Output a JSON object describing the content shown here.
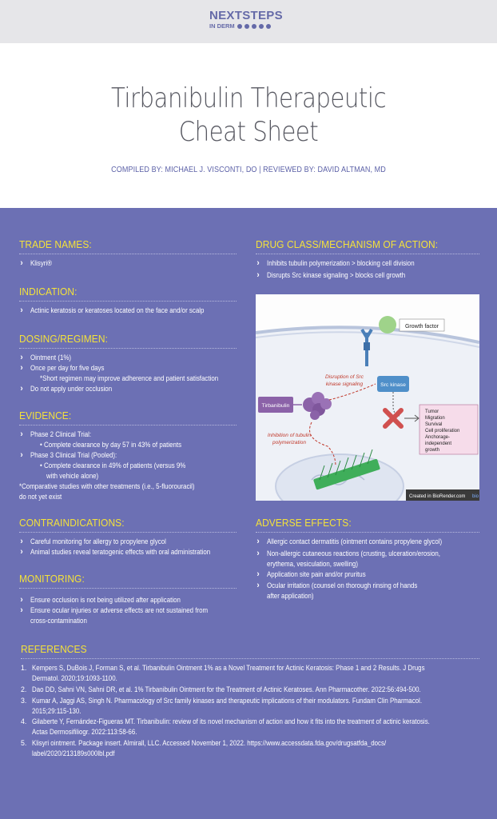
{
  "logo": {
    "brand": "NEXTSTEPS",
    "sub": "IN DERM"
  },
  "title": {
    "line1": "Tirbanibulin Therapeutic",
    "line2": "Cheat Sheet"
  },
  "credits": "COMPILED BY: MICHAEL J. VISCONTI, DO  |  REVIEWED BY: DAVID ALTMAN, MD",
  "trade_names": {
    "title": "TRADE NAMES:",
    "items": [
      "Klisyri®"
    ]
  },
  "indication": {
    "title": "INDICATION:",
    "items": [
      "Actinic keratosis or keratoses located on the face and/or scalp"
    ]
  },
  "dosing": {
    "title": "DOSING/REGIMEN:",
    "items": [
      "Ointment (1%)",
      "Once per day for five days",
      "*Short regimen may improve adherence and patient satisfaction",
      "Do not apply under occlusion"
    ]
  },
  "evidence": {
    "title": "EVIDENCE:",
    "items": [
      "Phase 2 Clinical Trial:",
      "• Complete clearance by day 57 in 43% of patients",
      "Phase 3 Clinical Trial (Pooled):",
      "• Complete clearance in 49% of patients (versus 9%",
      "with vehicle alone)",
      "*Comparative studies with other treatments (i.e., 5-fluorouracil)",
      "do not yet exist"
    ]
  },
  "contraindications": {
    "title": "CONTRAINDICATIONS:",
    "items": [
      "Careful monitoring for allergy to propylene glycol",
      "Animal studies reveal teratogenic effects with oral administration"
    ]
  },
  "monitoring": {
    "title": "MONITORING:",
    "items": [
      "Ensure occlusion is not being utilized after application",
      "Ensure ocular injuries or adverse effects are not sustained from",
      "cross-contamination"
    ]
  },
  "drug_class": {
    "title": "DRUG CLASS/MECHANISM OF ACTION:",
    "items": [
      "Inhibits tubulin polymerization > blocking cell division",
      "Disrupts Src kinase signaling > blocks cell growth"
    ]
  },
  "figure": {
    "growth_factor": "Growth factor",
    "src_kinase": "Src kinase",
    "tirbanibulin": "Tirbanibulin",
    "disruption": [
      "Disruption of Src",
      "kinase signaling"
    ],
    "inhibition": [
      "Inhibition of tubulin",
      "polymerization"
    ],
    "effects": [
      "Tumor",
      "Migration",
      "Survival",
      "Cell proliferation",
      "Anchorage-",
      "independent",
      "growth"
    ],
    "credit": "Created in BioRender.com",
    "credit_tag": "bio"
  },
  "adverse": {
    "title": "ADVERSE EFFECTS:",
    "items": [
      "Allergic contact dermatitis (ointment contains propylene glycol)",
      "Non-allergic cutaneous reactions (crusting, ulceration/erosion,",
      "erythema, vesiculation, swelling)",
      "Application site pain and/or pruritus",
      "Ocular irritation (counsel on thorough rinsing of hands",
      "after application)"
    ]
  },
  "references": {
    "title": "REFERENCES",
    "items": [
      "Kempers S, DuBois J, Forman S, et al. Tirbanibulin Ointment 1% as a Novel Treatment for Actinic Keratosis: Phase 1 and 2 Results. J Drugs",
      "Dermatol. 2020;19:1093-1100.",
      "Dao DD, Sahni VN, Sahni DR, et al. 1% Tirbanibulin Ointment for the Treatment of Actinic Keratoses. Ann Pharmacother. 2022:56:494-500.",
      "Kumar A, Jaggi AS, Singh N. Pharmacology of Src family kinases and therapeutic implications of their modulators. Fundam Clin Pharmacol.",
      "2015;29:115-130.",
      "Gilaberte Y, Fernández-Figueras MT. Tirbanibulin: review of its novel mechanism of action and how it fits into the treatment of actinic keratosis.",
      "Actas Dermosifiliogr. 2022:113:58-66.",
      "Klisyri ointment. Package insert. Almirall, LLC. Accessed November 1, 2022. https://www.accessdata.fda.gov/drugsatfda_docs/",
      "label/2020/213189s000lbl.pdf"
    ],
    "numbers": [
      "1.",
      "2.",
      "3.",
      "4.",
      "5."
    ]
  }
}
